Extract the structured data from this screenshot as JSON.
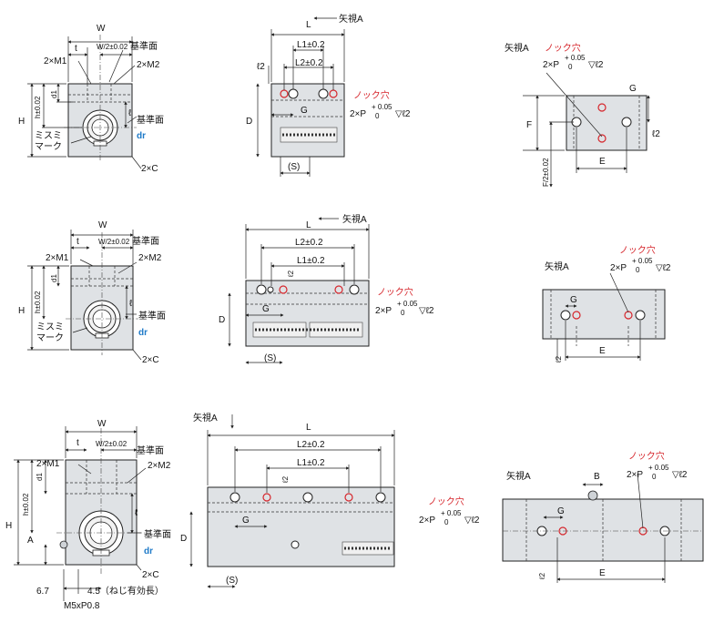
{
  "labels": {
    "W": "W",
    "t": "t",
    "W2": "W/2±0.02",
    "base": "基準面",
    "m1": "2×M1",
    "m2": "2×M2",
    "H": "H",
    "h": "h±0.02",
    "d1": "d1",
    "ell": "ℓ",
    "dr": "dr",
    "mark1": "ミスミ",
    "mark2": "マーク",
    "c2": "2×C",
    "L": "L",
    "arrowA": "矢視A",
    "viewA": "矢視A",
    "L1": "L1±0.2",
    "L2": "L2±0.2",
    "l2": "ℓ2",
    "G": "G",
    "D": "D",
    "S": "(S)",
    "knock": "ノック穴",
    "px": "2×P",
    "ptol_up": "+ 0.05",
    "ptol_dn": "0",
    "pdepth": "▽ℓ2",
    "F": "F",
    "F2": "F/2±0.02",
    "E": "E",
    "A": "A",
    "B": "B",
    "dim67": "6.7",
    "dim45": "4.5（ねじ有効長）",
    "m5": "M5xP0.8"
  },
  "colors": {
    "part": "#dfe2e5",
    "knock": "#d6262c",
    "dr": "#1e7ac8"
  }
}
